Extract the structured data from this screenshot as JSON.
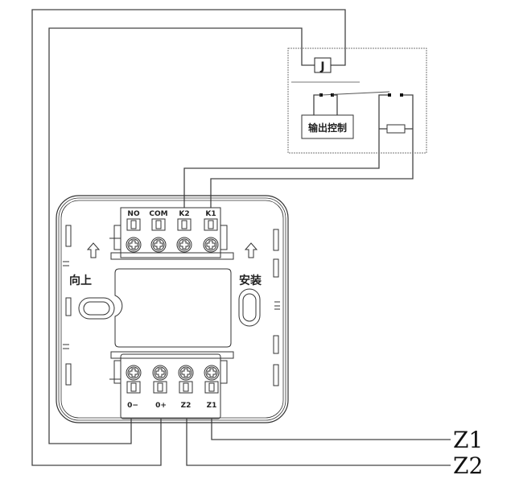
{
  "relay": {
    "coil_label": "J",
    "control_label": "输出控制"
  },
  "top_terminals": [
    "NO",
    "COM",
    "K2",
    "K1"
  ],
  "bottom_terminals": [
    "0−",
    "0+",
    "Z2",
    "Z1"
  ],
  "device": {
    "up_label": "向上",
    "install_label": "安装"
  },
  "outputs": {
    "z1": "Z1",
    "z2": "Z2"
  }
}
